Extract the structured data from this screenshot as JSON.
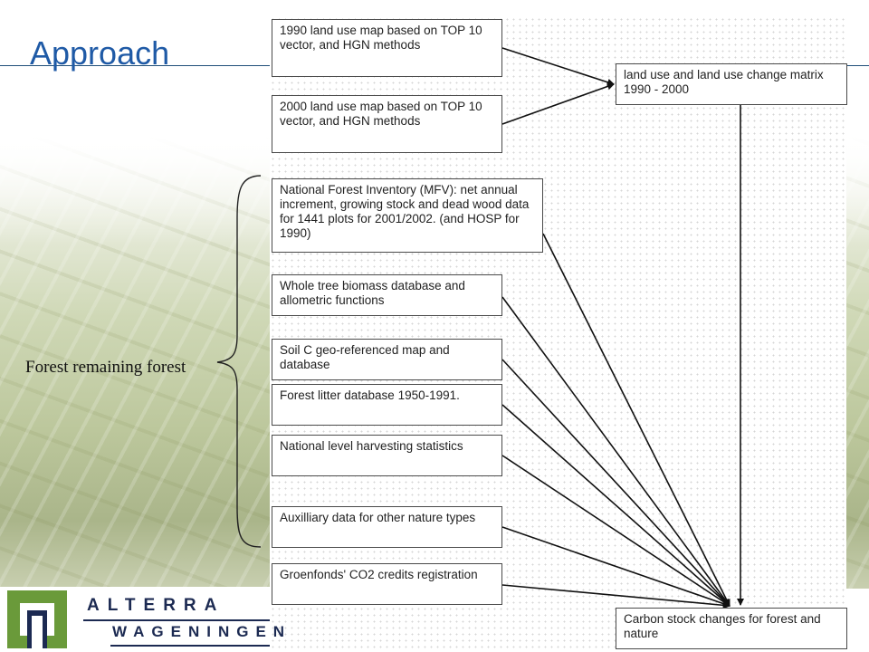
{
  "slide": {
    "title": "Approach"
  },
  "brace": {
    "label": "Forest remaining forest"
  },
  "logo": {
    "line1": "ALTERRA",
    "line2": "WAGENINGEN"
  },
  "nodes": {
    "map1990": "1990 land use map based on TOP 10 vector, and HGN methods",
    "map2000": "2000 land use map based on TOP 10 vector, and HGN methods",
    "matrix": "land use and land use change matrix 1990 - 2000",
    "nfi": "National Forest Inventory (MFV): net annual increment, growing stock and dead wood data for 1441 plots for 2001/2002. (and HOSP for 1990)",
    "biomass": "Whole tree biomass database and allometric functions",
    "soil": "Soil C geo-referenced map and database",
    "litter": "Forest litter database 1950-1991.",
    "harvest": "National level harvesting statistics",
    "auxiliary": "Auxilliary data for other nature types",
    "groenfonds": "Groenfonds' CO2 credits registration",
    "carbon": "Carbon stock changes for forest and nature"
  },
  "colors": {
    "title": "#1f5aa6",
    "rule": "#1f4e79",
    "logo": "#1c2a52",
    "logo_green": "#6a9a3a"
  }
}
